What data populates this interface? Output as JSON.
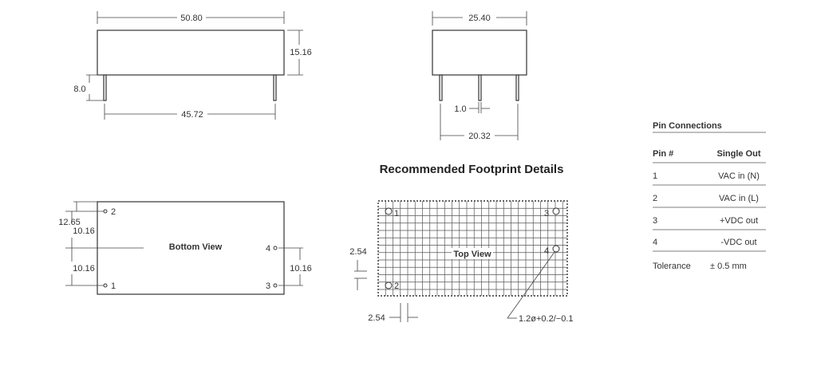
{
  "side_view": {
    "length": "50.80",
    "height": "15.16",
    "pin_length": "8.0",
    "pin_pitch": "45.72"
  },
  "end_view": {
    "width": "25.40",
    "pin_gap": "1.0",
    "pin_span": "20.32"
  },
  "bottom_view": {
    "title": "Bottom View",
    "dims": {
      "pin2_offset": "12.65",
      "left_upper": "10.16",
      "left_lower": "10.16",
      "right": "10.16"
    },
    "pins": {
      "p1": "1",
      "p2": "2",
      "p3": "3",
      "p4": "4"
    }
  },
  "footprint": {
    "heading": "Recommended Footprint Details",
    "view_label": "Top View",
    "grid_v": "2.54",
    "grid_h": "2.54",
    "hole_spec": "1.2ø+0.2/−0.1",
    "pins": {
      "p1": "1",
      "p2": "2",
      "p3": "3",
      "p4": "4"
    }
  },
  "pin_table": {
    "title": "Pin Connections",
    "headers": [
      "Pin #",
      "Single Out"
    ],
    "rows": [
      {
        "pin": "1",
        "signal": "VAC in (N)"
      },
      {
        "pin": "2",
        "signal": "VAC in (L)"
      },
      {
        "pin": "3",
        "signal": "+VDC out"
      },
      {
        "pin": "4",
        "signal": "-VDC out"
      }
    ],
    "tolerance_label": "Tolerance",
    "tolerance_value": "± 0.5 mm"
  }
}
